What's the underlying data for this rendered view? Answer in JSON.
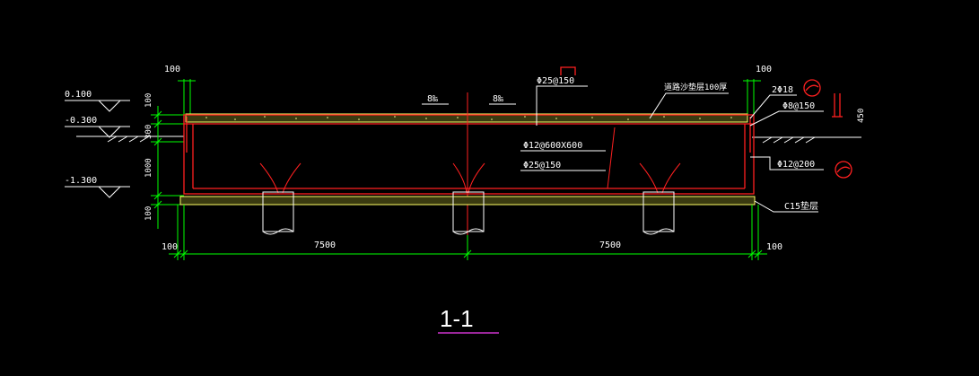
{
  "drawing": {
    "title": "1-1",
    "colors": {
      "background": "#000000",
      "concrete": "#ff2020",
      "dimension": "#00ff00",
      "text": "#ffffff",
      "fill": "#ffff66",
      "underline": "#cc33cc"
    },
    "levels": {
      "top": "0.100",
      "mid": "-0.300",
      "bottom": "-1.300"
    },
    "left_dims": {
      "d1": "100",
      "d2": "300",
      "d3": "1000",
      "d4": "100"
    },
    "top_dims": {
      "left": "100",
      "right": "100"
    },
    "bottom_dims": {
      "left_edge": "100",
      "span1": "7500",
      "span2": "7500",
      "right_edge": "100"
    },
    "slope": {
      "left": "8‰",
      "right": "8‰"
    },
    "labels": {
      "rebar_top": "Φ25@150",
      "layer": "道路沙垫层100厚",
      "mesh": "Φ12@600X600",
      "rebar_bottom": "Φ25@150",
      "corner_bar": "2Φ18",
      "stirrup": "Φ8@150",
      "wall_bar": "Φ12@200",
      "cushion": "C15垫层",
      "right_dim": "450"
    }
  }
}
